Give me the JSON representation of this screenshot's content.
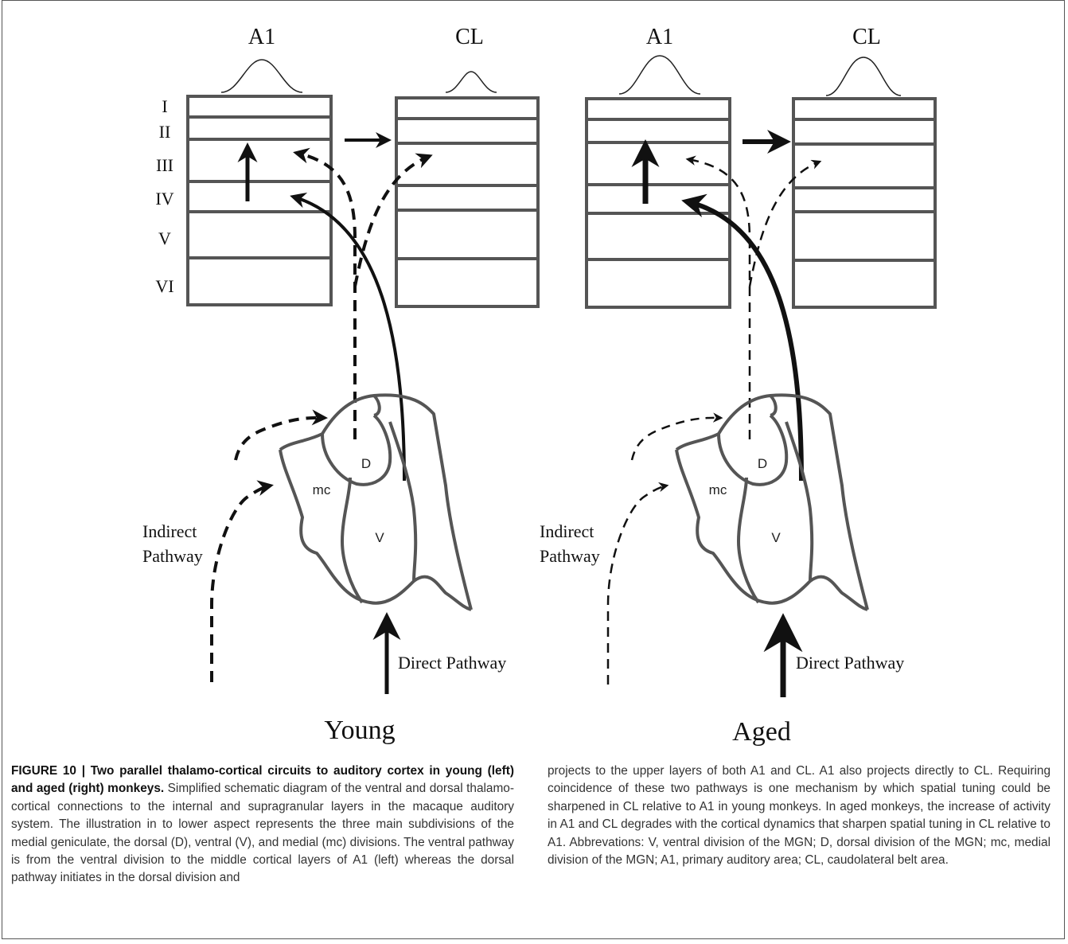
{
  "figure": {
    "labels": {
      "a1": "A1",
      "cl": "CL",
      "layers": [
        "I",
        "II",
        "III",
        "IV",
        "V",
        "VI"
      ],
      "d": "D",
      "mc": "mc",
      "v": "V",
      "indirect_line1": "Indirect",
      "indirect_line2": "Pathway",
      "direct": "Direct Pathway"
    },
    "panels": [
      {
        "title": "Young"
      },
      {
        "title": "Aged"
      }
    ]
  },
  "caption": {
    "heading": "FIGURE 10 | Two parallel thalamo-cortical circuits to auditory cortex in young (left) and aged (right) monkeys.",
    "body_left": "Simplified schematic diagram of the ventral and dorsal thalamo-cortical connections to the internal and supragranular layers in the macaque auditory system. The illustration in to lower aspect represents the three main subdivisions of the medial geniculate, the dorsal (D), ventral (V), and medial (mc) divisions. The ventral pathway is from the ventral division to the middle cortical layers of A1 (left) whereas the dorsal pathway initiates in the dorsal division and",
    "body_right": "projects to the upper layers of both A1 and CL. A1 also projects directly to CL. Requiring coincidence of these two pathways is one mechanism by which spatial tuning could be sharpened in CL relative to A1 in young monkeys. In aged monkeys, the increase of activity in A1 and CL degrades with the cortical dynamics that sharpen spatial tuning in CL relative to A1. Abbrevations: V, ventral division of the MGN; D, dorsal division of the MGN; mc, medial division of the MGN; A1, primary auditory area; CL, caudolateral belt area."
  }
}
